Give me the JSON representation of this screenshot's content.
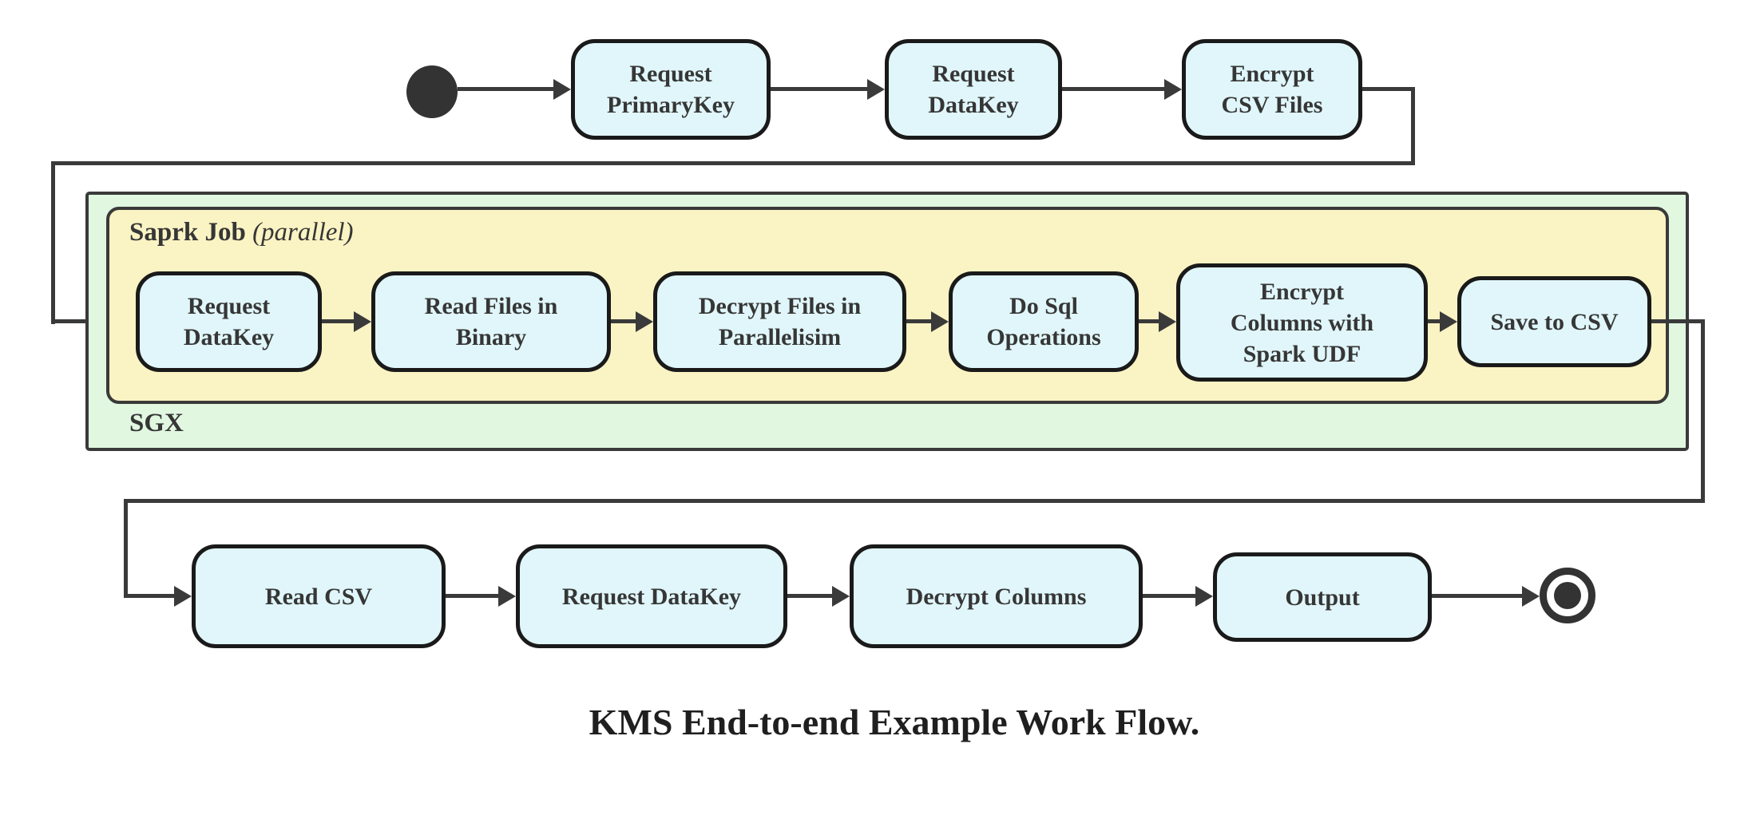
{
  "diagram": {
    "caption": "KMS End-to-end Example Work Flow.",
    "colors": {
      "activity_fill": "#e0f6fa",
      "spark_job_fill": "#faf3c3",
      "sgx_fill": "#e1f7e0",
      "line": "#3a3a3a",
      "node_border": "#1a1a1a",
      "text": "#363636"
    },
    "top_row": [
      {
        "label": "Request\nPrimaryKey"
      },
      {
        "label": "Request\nDataKey"
      },
      {
        "label": "Encrypt\nCSV Files"
      }
    ],
    "sgx": {
      "label": "SGX",
      "spark_job": {
        "title": "Saprk Job",
        "title_suffix": "(parallel)",
        "nodes": [
          {
            "label": "Request\nDataKey"
          },
          {
            "label": "Read Files in\nBinary"
          },
          {
            "label": "Decrypt Files in\nParallelisim"
          },
          {
            "label": "Do Sql\nOperations"
          },
          {
            "label": "Encrypt\nColumns with\nSpark UDF"
          },
          {
            "label": "Save to CSV"
          }
        ]
      }
    },
    "bottom_row": [
      {
        "label": "Read CSV"
      },
      {
        "label": "Request DataKey"
      },
      {
        "label": "Decrypt Columns"
      },
      {
        "label": "Output"
      }
    ]
  }
}
